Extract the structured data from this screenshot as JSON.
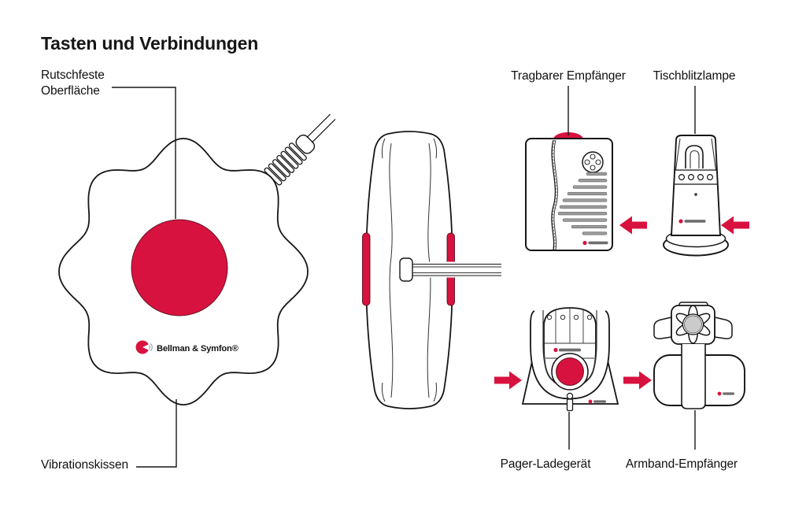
{
  "title": "Tasten und Verbindungen",
  "brand": {
    "logo_text": "Bellman & Symfon®"
  },
  "colors": {
    "accent_red": "#d8123f",
    "ink": "#161616",
    "grille_gray": "#9b9b9b",
    "dial_gray": "#cbcbcb"
  },
  "callouts": {
    "surface_line1": "Rutschfeste",
    "surface_line2": "Oberfläche",
    "cushion": "Vibrationskissen",
    "portable_receiver": "Tragbarer Empfänger",
    "flash_lamp": "Tischblitzlampe",
    "pager_charger": "Pager-Ladegerät",
    "wrist_receiver": "Armband-Empfänger"
  }
}
